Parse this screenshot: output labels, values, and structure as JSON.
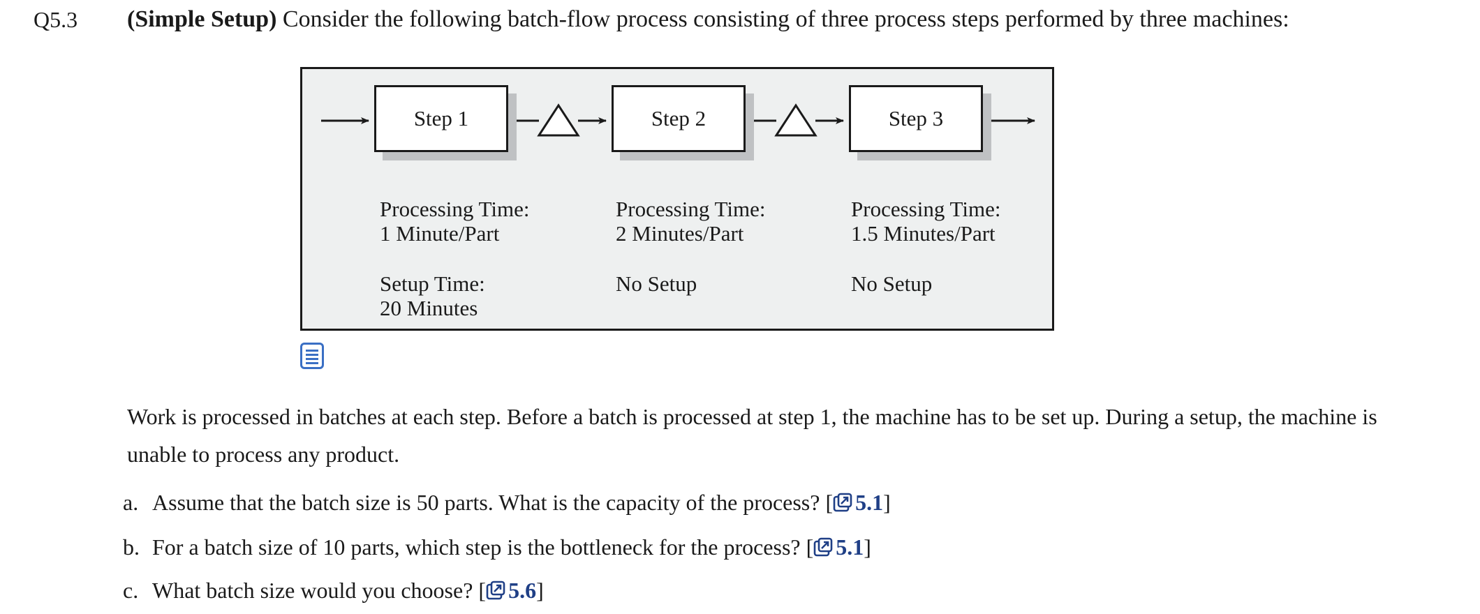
{
  "question": {
    "number": "Q5.3",
    "lead": "(Simple Setup)",
    "text": " Consider the following batch-flow process consisting of three process steps performed by three machines:"
  },
  "process": {
    "steps": [
      {
        "label": "Step 1",
        "processing_label": "Processing Time:",
        "processing_value": "1 Minute/Part",
        "setup_label": "Setup Time:",
        "setup_value": "20 Minutes"
      },
      {
        "label": "Step 2",
        "processing_label": "Processing Time:",
        "processing_value": "2 Minutes/Part",
        "setup_label": "No Setup",
        "setup_value": ""
      },
      {
        "label": "Step 3",
        "processing_label": "Processing Time:",
        "processing_value": "1.5 Minutes/Part",
        "setup_label": "No Setup",
        "setup_value": ""
      }
    ]
  },
  "icons": {
    "figure_note": "document-list-icon",
    "reference": "external-link-icon",
    "accent": "#3a6fc4",
    "link_color": "#1f3f86"
  },
  "body": {
    "paragraph": "Work is processed in batches at each step. Before a batch is processed at step 1, the machine has to be set up. During a setup, the machine is unable to process any product."
  },
  "questions": [
    {
      "letter": "a.",
      "text": "Assume that the batch size is 50 parts. What is the capacity of the process? [",
      "ref": "5.1",
      "close": "]"
    },
    {
      "letter": "b.",
      "text": "For a batch size of 10 parts, which step is the bottleneck for the process? [",
      "ref": "5.1",
      "close": "]"
    },
    {
      "letter": "c.",
      "text": "What batch size would you choose? [",
      "ref": "5.6",
      "close": "]"
    }
  ]
}
